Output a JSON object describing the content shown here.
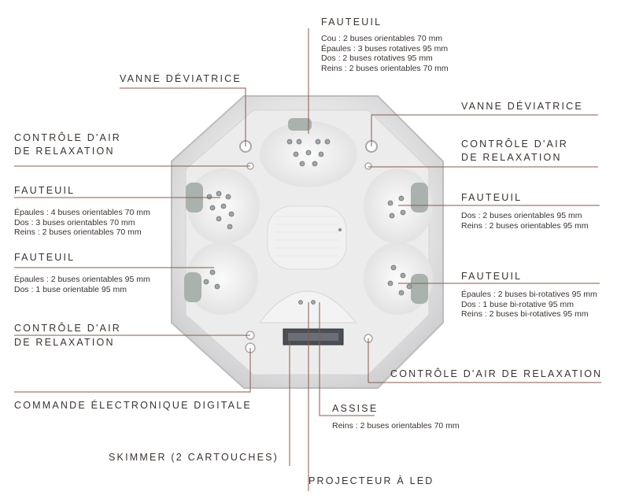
{
  "labels": {
    "fauteuil_top": {
      "title": "FAUTEUIL",
      "lines": [
        "Cou : 2 buses orientables 70 mm",
        "Épaules : 3 buses rotatives 95 mm",
        "Dos : 2 buses rotatives 95 mm",
        "Reins : 2 buses orientables 70 mm"
      ]
    },
    "vanne_left": {
      "title": "VANNE DÉVIATRICE"
    },
    "vanne_right": {
      "title": "VANNE DÉVIATRICE"
    },
    "air_top_left": {
      "line1": "CONTRÔLE D'AIR",
      "line2": "DE RELAXATION"
    },
    "air_top_right": {
      "line1": "CONTRÔLE D'AIR",
      "line2": "DE RELAXATION"
    },
    "fauteuil_left_upper": {
      "title": "FAUTEUIL",
      "lines": [
        "Épaules : 4 buses orientables 70 mm",
        "Dos : 3 buses orientables 70 mm",
        "Reins : 2 buses orientables 70 mm"
      ]
    },
    "fauteuil_right_upper": {
      "title": "FAUTEUIL",
      "lines": [
        "Dos : 2 buses orientables 95 mm",
        "Reins : 2 buses orientables 95 mm"
      ]
    },
    "fauteuil_left_lower": {
      "title": "FAUTEUIL",
      "lines": [
        "Épaules : 2 buses orientables 95 mm",
        "Dos : 1 buse orientable 95 mm"
      ]
    },
    "fauteuil_right_lower": {
      "title": "FAUTEUIL",
      "lines": [
        "Épaules : 2 buses bi-rotatives 95 mm",
        "Dos : 1 buse bi-rotative 95 mm",
        "Reins : 2 buses bi-rotatives 95 mm"
      ]
    },
    "air_bottom_left": {
      "line1": "CONTRÔLE D'AIR",
      "line2": "DE RELAXATION"
    },
    "air_bottom_right": {
      "title": "CONTRÔLE D'AIR DE RELAXATION"
    },
    "commande": {
      "title": "COMMANDE ÉLECTRONIQUE DIGITALE"
    },
    "assise": {
      "title": "ASSISE",
      "lines": [
        "Reins : 2 buses orientables 70 mm"
      ]
    },
    "skimmer": {
      "title": "SKIMMER (2 CARTOUCHES)"
    },
    "projecteur": {
      "title": "PROJECTEUR À LED"
    }
  },
  "colors": {
    "leader_line": "#8a5a4a",
    "text": "#3a3330",
    "shell": "#e9e9ea",
    "pillow": "#a9b2ac"
  }
}
